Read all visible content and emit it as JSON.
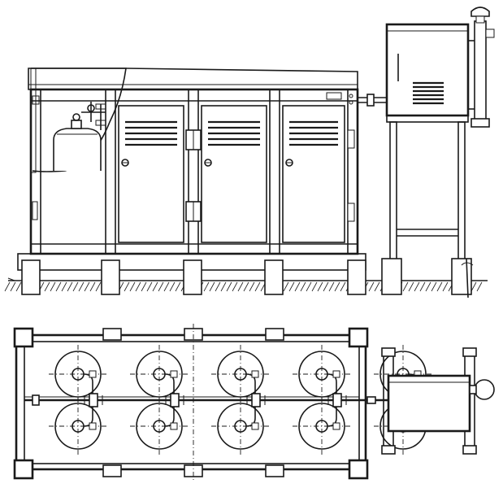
{
  "drawing": {
    "views": [
      "front-elevation",
      "plan"
    ],
    "colors": {
      "ink": "#1a1a1a",
      "paper": "#ffffff"
    },
    "elevation": {
      "cabinet_doors": 3,
      "vent_slats_per_door": 5,
      "foundation_piers": 5,
      "side_unit_vent_slats": 6
    },
    "plan": {
      "cylinders_per_row": 5,
      "cylinder_rows": 2
    }
  }
}
